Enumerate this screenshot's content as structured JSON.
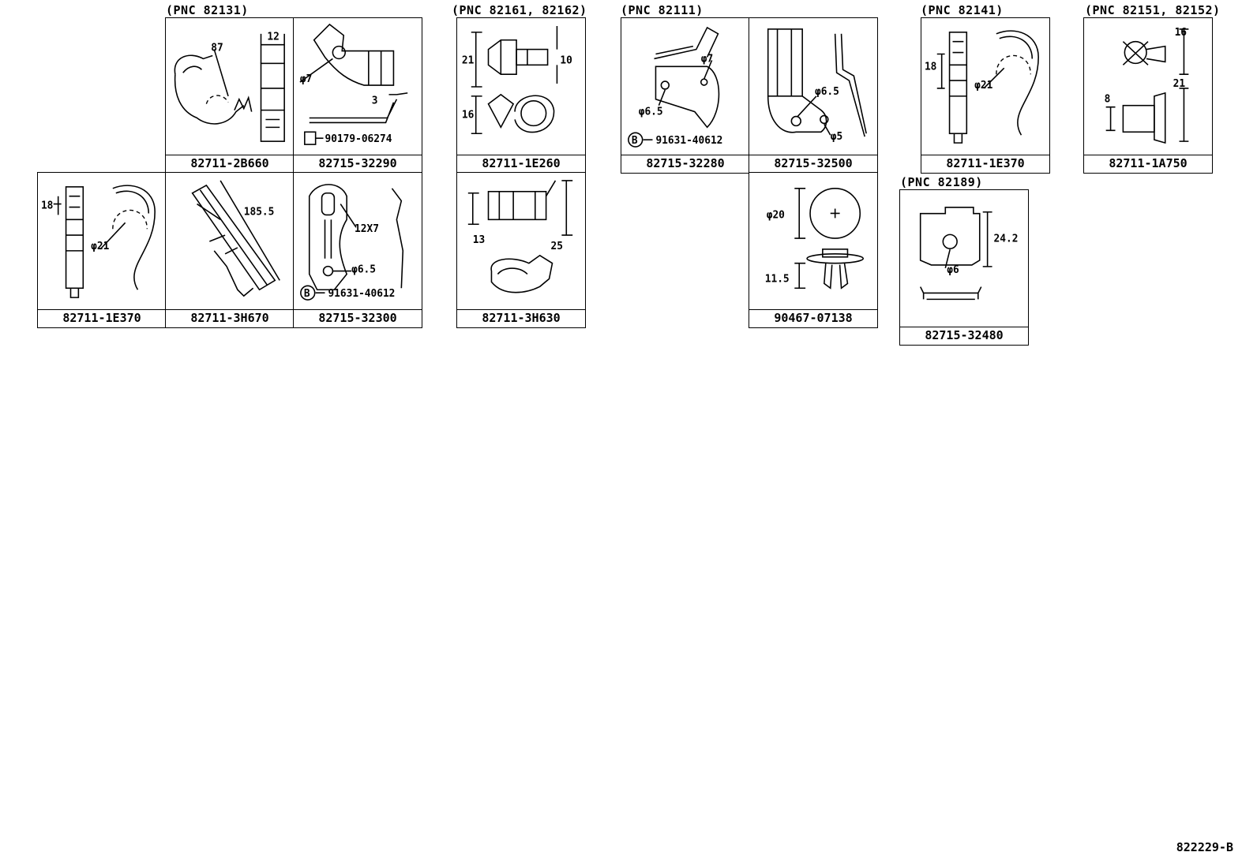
{
  "headers": {
    "pnc_82131": "(PNC 82131)",
    "pnc_82161": "(PNC 82161, 82162)",
    "pnc_82111": "(PNC 82111)",
    "pnc_82141": "(PNC 82141)",
    "pnc_82151": "(PNC 82151, 82152)",
    "pnc_82189": "(PNC 82189)"
  },
  "parts": {
    "p1": {
      "number": "82711-2B660",
      "dims": [
        "87",
        "12"
      ]
    },
    "p2": {
      "number": "82715-32290",
      "dims": [
        "φ7",
        "3",
        "90179-06274"
      ]
    },
    "p3": {
      "number": "82711-1E370",
      "dims": [
        "18",
        "φ21"
      ]
    },
    "p4": {
      "number": "82711-3H670",
      "dims": [
        "185.5"
      ]
    },
    "p5": {
      "number": "82715-32300",
      "dims": [
        "12X7",
        "φ6.5",
        "B",
        "91631-40612"
      ]
    },
    "p6": {
      "number": "82711-1E260",
      "dims": [
        "21",
        "10",
        "16"
      ]
    },
    "p7": {
      "number": "82711-3H630",
      "dims": [
        "13",
        "25"
      ]
    },
    "p8": {
      "number": "82715-32280",
      "dims": [
        "φ7",
        "φ6.5",
        "B",
        "91631-40612"
      ]
    },
    "p9": {
      "number": "82715-32500",
      "dims": [
        "φ6.5",
        "φ5"
      ]
    },
    "p10": {
      "number": "90467-07138",
      "dims": [
        "φ20",
        "11.5"
      ]
    },
    "p11": {
      "number": "82711-1E370",
      "dims": [
        "18",
        "φ21"
      ]
    },
    "p12": {
      "number": "82711-1A750",
      "dims": [
        "16",
        "8",
        "21"
      ]
    },
    "p13": {
      "number": "82715-32480",
      "dims": [
        "24.2",
        "φ6"
      ]
    }
  },
  "footer_code": "822229-B"
}
